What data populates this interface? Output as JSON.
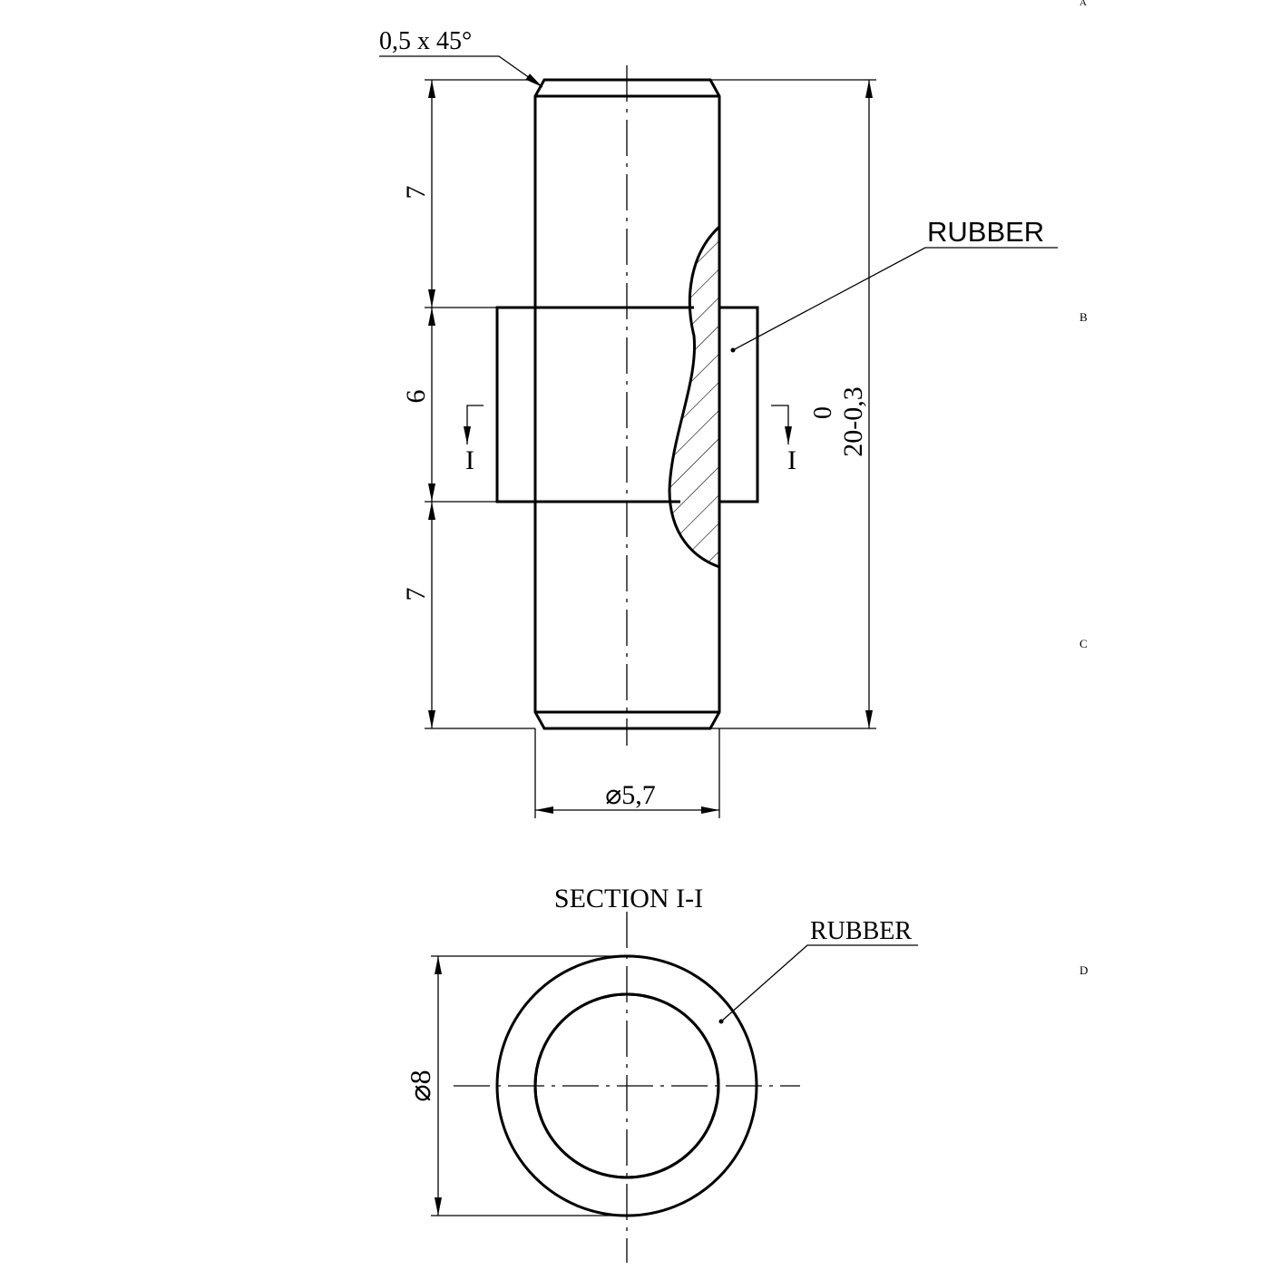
{
  "zone_letters": [
    "A",
    "B",
    "C",
    "D"
  ],
  "front_view": {
    "chamfer_note": "0,5 x 45°",
    "dim_top": "7",
    "dim_middle": "6",
    "dim_bottom": "7",
    "dim_overall": "20-0,3",
    "dim_overall_upper_tol": "0",
    "dim_diameter": "⌀5,7",
    "section_mark_left": "I",
    "section_mark_right": "I",
    "material_label": "RUBBER"
  },
  "section_view": {
    "title": "SECTION I-I",
    "dim_diameter": "⌀8",
    "material_label": "RUBBER"
  }
}
